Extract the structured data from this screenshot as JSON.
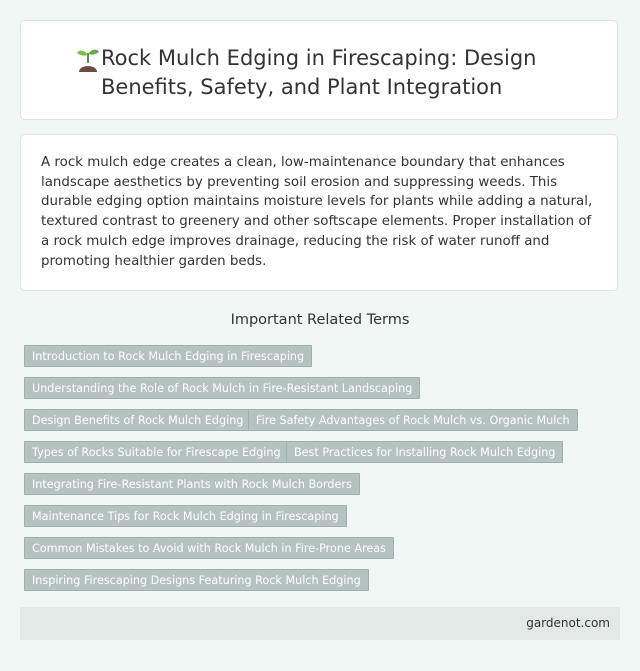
{
  "header": {
    "icon": "sprout-icon",
    "title": "Rock Mulch Edging in Firescaping: Design Benefits, Safety, and Plant Integration"
  },
  "intro": {
    "text": "A rock mulch edge creates a clean, low-maintenance boundary that enhances landscape aesthetics by preventing soil erosion and suppressing weeds. This durable edging option maintains moisture levels for plants while adding a natural, textured contrast to greenery and other softscape elements. Proper installation of a rock mulch edge improves drainage, reducing the risk of water runoff and promoting healthier garden beds."
  },
  "related": {
    "heading": "Important Related Terms",
    "tags": [
      "Introduction to Rock Mulch Edging in Firescaping",
      "Understanding the Role of Rock Mulch in Fire-Resistant Landscaping",
      "Design Benefits of Rock Mulch Edging",
      "Fire Safety Advantages of Rock Mulch vs. Organic Mulch",
      "Types of Rocks Suitable for Firescape Edging",
      "Best Practices for Installing Rock Mulch Edging",
      "Integrating Fire-Resistant Plants with Rock Mulch Borders",
      "Maintenance Tips for Rock Mulch Edging in Firescaping",
      "Common Mistakes to Avoid with Rock Mulch in Fire-Prone Areas",
      "Inspiring Firescaping Designs Featuring Rock Mulch Edging"
    ]
  },
  "footer": {
    "site": "gardenot.com"
  },
  "colors": {
    "background": "#f1f7f4",
    "tag_background": "#b6c2c0",
    "footer_background": "#e3e9e6",
    "sprout_green": "#4caf50",
    "soil_brown": "#6d4c41"
  }
}
